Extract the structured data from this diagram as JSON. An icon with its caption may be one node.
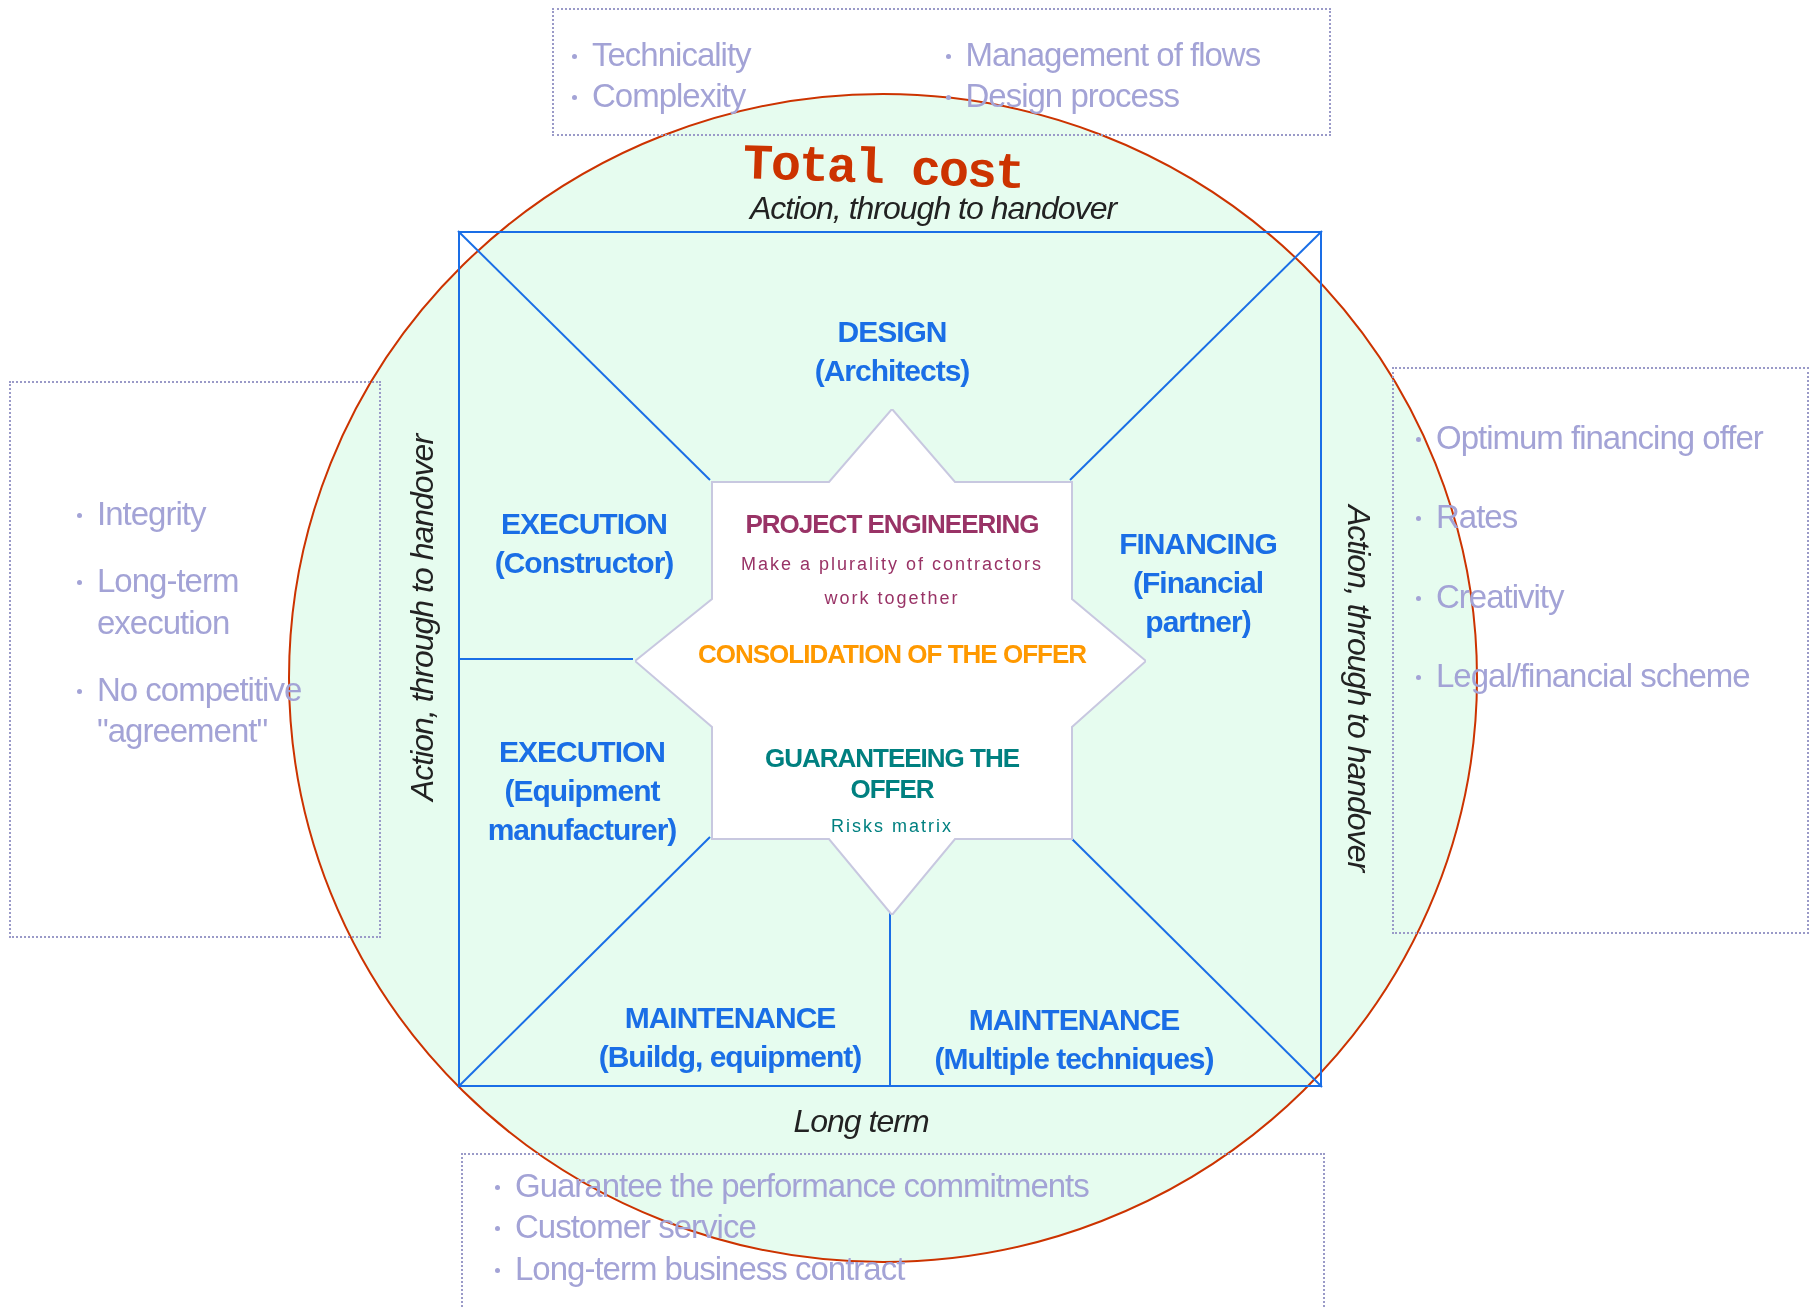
{
  "diagram": {
    "nodes": [
      {
        "text": [
          "Total cost"
        ]
      },
      {
        "text": [],
        "shape": "box",
        "in": 0
      },
      {
        "text": [
          "DESIGN",
          "(Architects)"
        ],
        "in": 1
      },
      {
        "text": [
          "EXECUTION",
          "(Constructor)"
        ],
        "in": 1
      },
      {
        "text": [
          "FINANCING",
          "(Financial partner)"
        ],
        "in": 1
      },
      {
        "text": [
          "EXECUTION",
          "(Equipment manufacturer)"
        ],
        "in": 1
      },
      {
        "text": [
          "MAINTENANCE",
          "(Buildg, equipment)"
        ],
        "in": 1
      },
      {
        "text": [
          "MAINTENANCE",
          "(Multiple techniques)"
        ],
        "in": 1
      },
      {
        "text": [
          "PROJECT ENGINEERING",
          "Make a plurality of contractors work together",
          "CONSOLIDATION OF THE OFFER",
          "GUARANTEEING THE OFFER",
          "Risks matrix"
        ],
        "in": 1
      },
      {
        "text": [
          "Technicality",
          "Complexity",
          "Management of flows",
          "Design process"
        ]
      },
      {
        "text": [
          "Integrity",
          "Long-term execution",
          "No competitive \"agreement\""
        ]
      },
      {
        "text": [
          "Optimum financing offer",
          "Rates",
          "Creativity",
          "Legal/financial scheme"
        ]
      },
      {
        "text": [
          "Guarantee the performance commitments",
          "Customer service",
          "Long-term business contract"
        ]
      }
    ],
    "labels": [
      "Action, through to handover",
      "Action, through to handover",
      "Action, through to handover",
      "Long term"
    ]
  }
}
